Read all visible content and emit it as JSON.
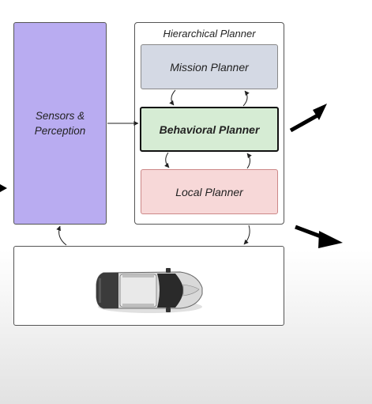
{
  "diagram": {
    "sensors_label_line1": "Sensors &",
    "sensors_label_line2": "Perception",
    "hierarchical_title": "Hierarchical Planner",
    "mission_label": "Mission Planner",
    "behavioral_label": "Behavioral Planner",
    "local_label": "Local Planner"
  },
  "icons": [
    "car-icon",
    "arrow-icon"
  ],
  "colors": {
    "sensors_fill": "#b9acf1",
    "mission_fill": "#d4d9e4",
    "behavioral_fill": "#d6ecd4",
    "local_fill": "#f7d8d8"
  }
}
